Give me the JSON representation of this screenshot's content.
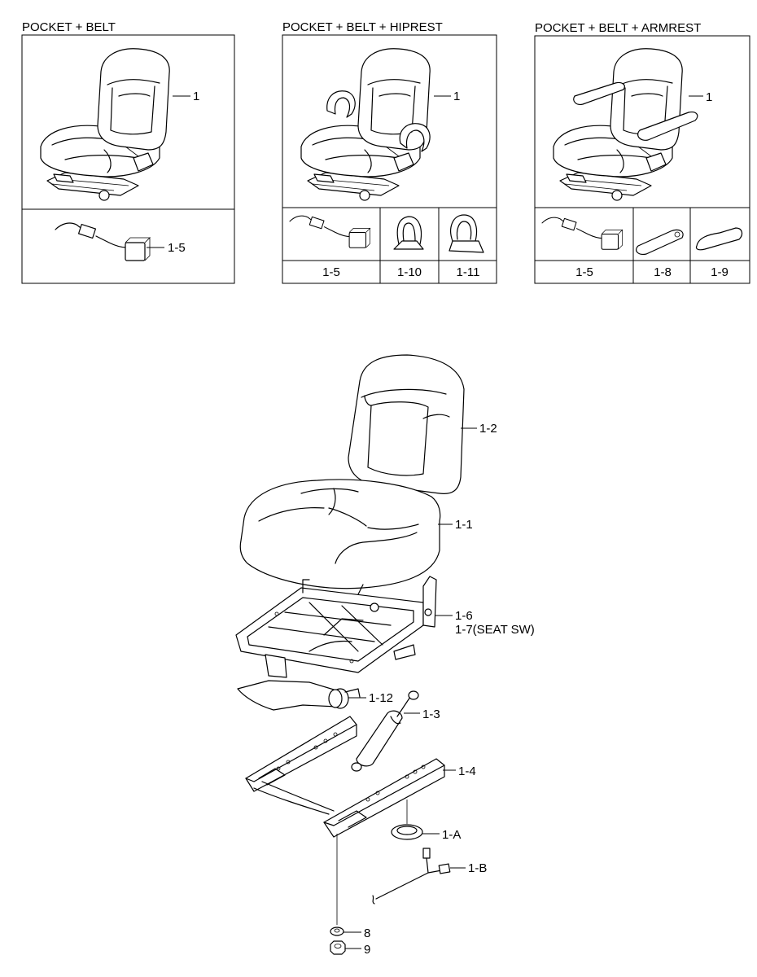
{
  "variants": [
    {
      "title": "POCKET + BELT",
      "seat_label": "1",
      "parts": [
        {
          "label": "1-5"
        }
      ]
    },
    {
      "title": "POCKET + BELT + HIPREST",
      "seat_label": "1",
      "parts": [
        {
          "label": "1-5"
        },
        {
          "label": "1-10"
        },
        {
          "label": "1-11"
        }
      ]
    },
    {
      "title": "POCKET + BELT + ARMREST",
      "seat_label": "1",
      "parts": [
        {
          "label": "1-5"
        },
        {
          "label": "1-8"
        },
        {
          "label": "1-9"
        }
      ]
    }
  ],
  "exploded": {
    "callouts": [
      {
        "id": "1-2",
        "text": "1-2"
      },
      {
        "id": "1-1",
        "text": "1-1"
      },
      {
        "id": "1-6",
        "text": "1-6"
      },
      {
        "id": "1-7",
        "text": "1-7(SEAT SW)"
      },
      {
        "id": "1-12",
        "text": "1-12"
      },
      {
        "id": "1-3",
        "text": "1-3"
      },
      {
        "id": "1-4",
        "text": "1-4"
      },
      {
        "id": "1-A",
        "text": "1-A"
      },
      {
        "id": "1-B",
        "text": "1-B"
      },
      {
        "id": "8",
        "text": "8"
      },
      {
        "id": "9",
        "text": "9"
      }
    ]
  }
}
